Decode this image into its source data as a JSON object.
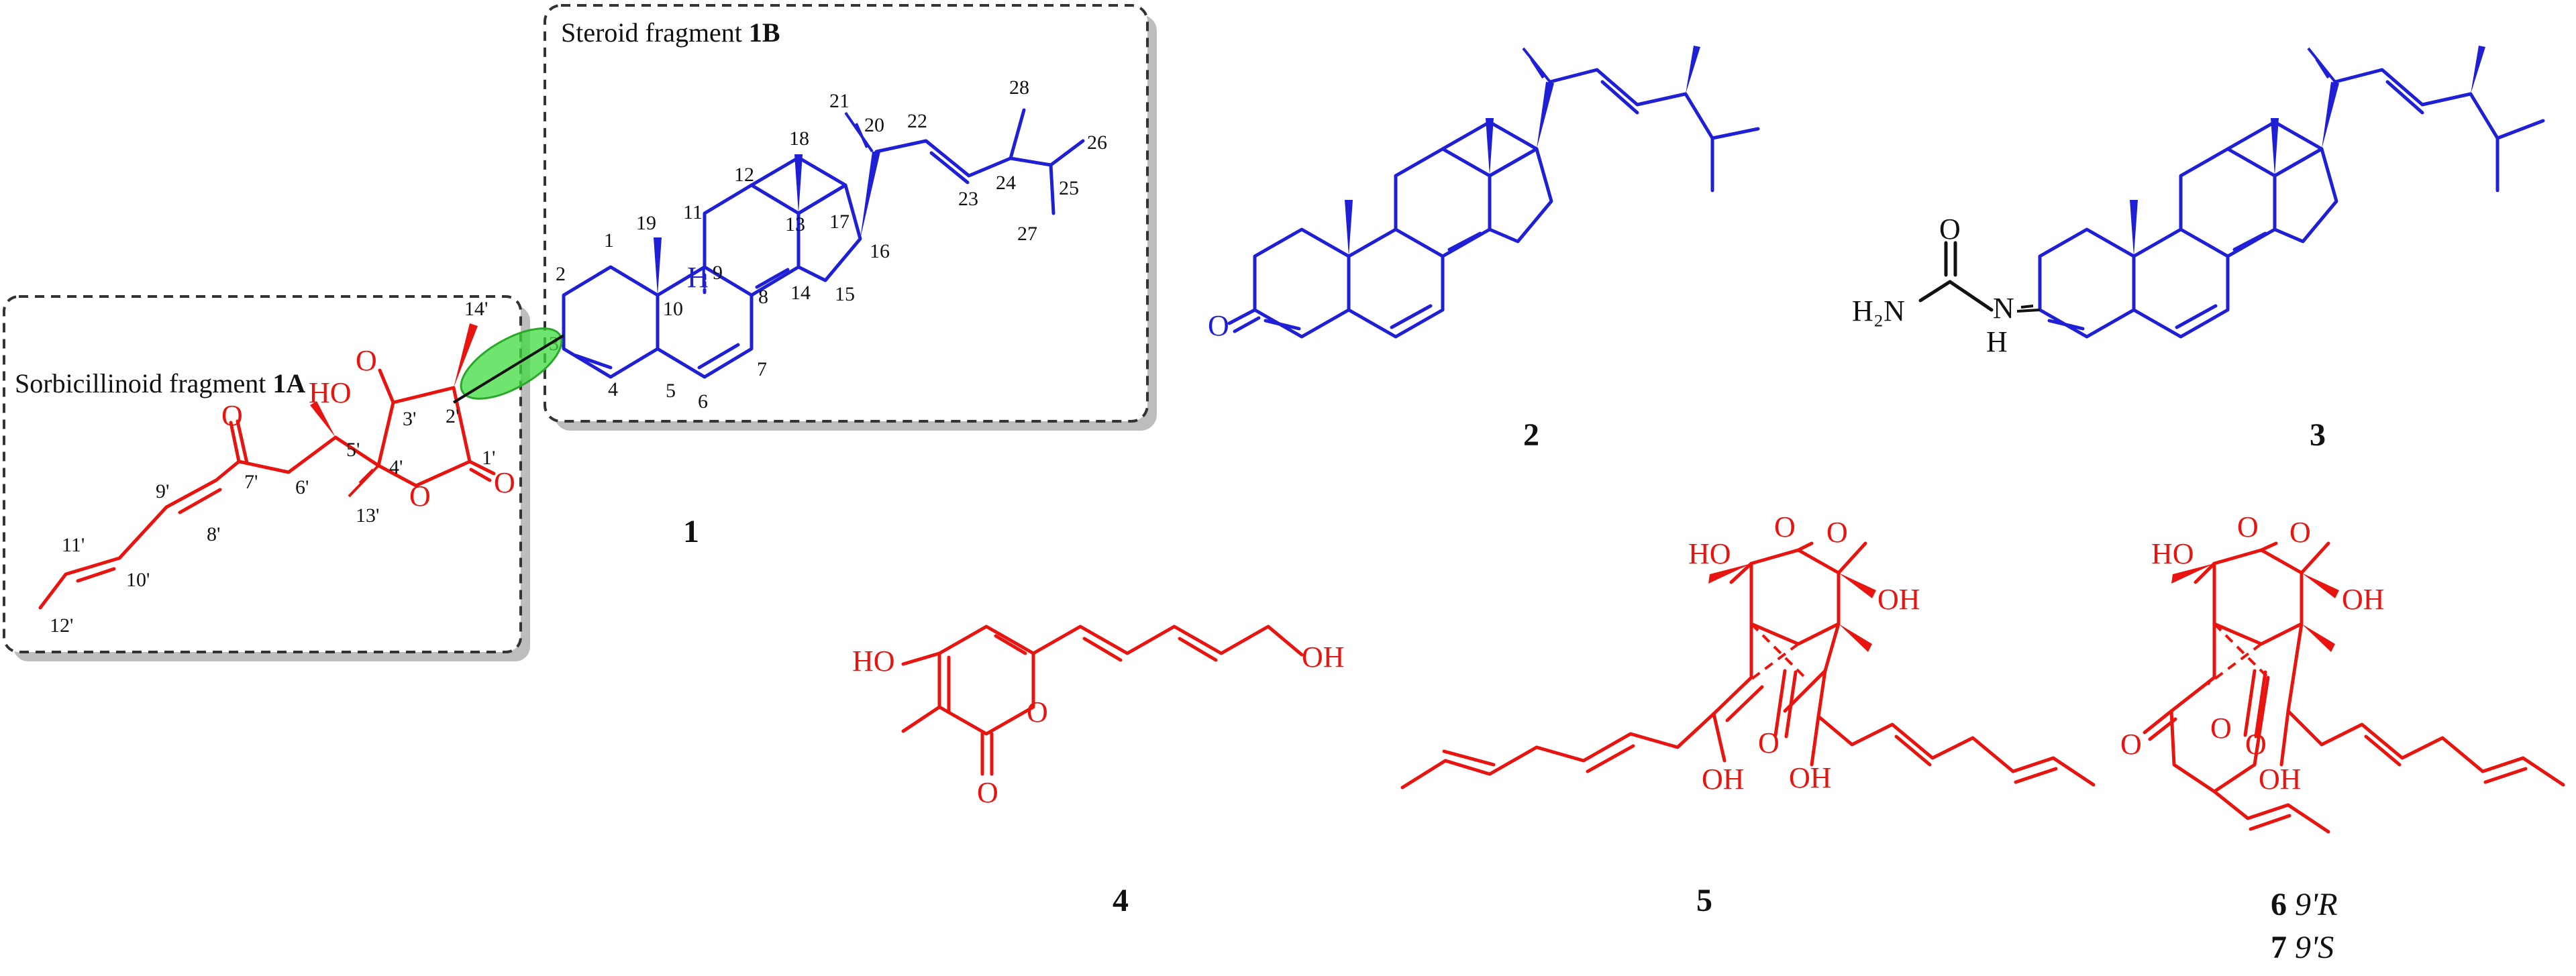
{
  "fragments": {
    "sorbicillinoid_prefix": "Sorbicillinoid fragment ",
    "sorbicillinoid_bold": "1A",
    "steroid_prefix": "Steroid fragment ",
    "steroid_bold": "1B"
  },
  "compounds": {
    "c1": "1",
    "c2": "2",
    "c3": "3",
    "c4": "4",
    "c5": "5",
    "c6": "6",
    "c6_config": "9'R",
    "c7": "7",
    "c7_config": "9'S"
  },
  "atoms": {
    "O": "O",
    "HO": "HO",
    "OH": "OH",
    "H": "H",
    "H2N": "H₂N",
    "N": "N"
  },
  "steroid_numbers": [
    "1",
    "2",
    "3",
    "4",
    "5",
    "6",
    "7",
    "8",
    "9",
    "10",
    "11",
    "12",
    "13",
    "14",
    "15",
    "16",
    "17",
    "18",
    "19",
    "20",
    "21",
    "22",
    "23",
    "24",
    "25",
    "26",
    "27",
    "28"
  ],
  "sorbicillinoid_numbers": [
    "1'",
    "2'",
    "3'",
    "4'",
    "5'",
    "6'",
    "7'",
    "8'",
    "9'",
    "10'",
    "11'",
    "12'",
    "13'",
    "14'"
  ],
  "colors": {
    "steroid": "#1f1fd6",
    "sorbicillinoid": "#e8140f",
    "linkage_highlight": "#3fdc3f"
  }
}
